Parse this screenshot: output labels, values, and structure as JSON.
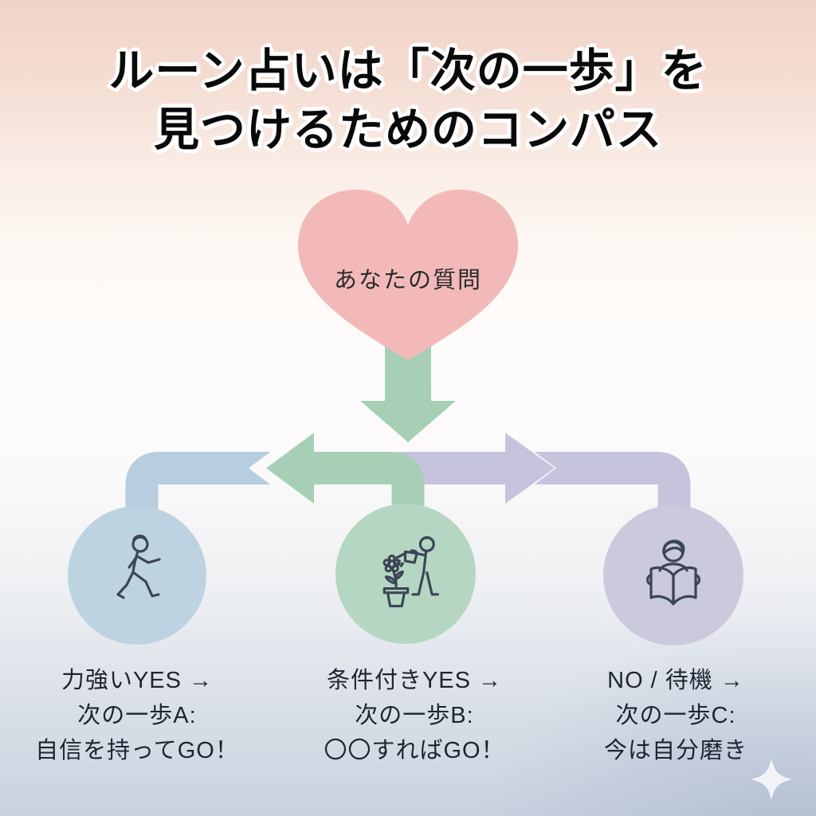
{
  "title": {
    "line1": "ルーン占いは「次の一歩」を",
    "line2": "見つけるためのコンパス"
  },
  "heart": {
    "label": "あなたの質問"
  },
  "branches": [
    {
      "id": "A",
      "icon": "walking-person-icon",
      "lines": [
        "力強いYES →",
        "次の一歩A:",
        "自信を持ってGO！"
      ]
    },
    {
      "id": "B",
      "icon": "watering-plant-icon",
      "lines": [
        "条件付きYES →",
        "次の一歩B:",
        "〇〇すればGO！"
      ]
    },
    {
      "id": "C",
      "icon": "reading-person-icon",
      "lines": [
        "NO / 待機 →",
        "次の一歩C:",
        "今は自分磨き"
      ]
    }
  ],
  "decorations": {
    "sparkle": "sparkle-icon"
  },
  "colors": {
    "heart-pink": "#F3B9B9",
    "arrow-green": "#A7CFB6",
    "circle-green": "#B5D6C2",
    "pipe-blue": "#B6CEE0",
    "circle-blue": "#BED3E2",
    "pipe-purple": "#C6C4DD",
    "circle-purple": "#CBC9DC",
    "icon-stroke": "#3B4654",
    "text-dark": "#1E2430",
    "title-black": "#0A0A0A",
    "gap-white": "#FBFAFA",
    "sparkle-white": "#FFFFFF"
  }
}
